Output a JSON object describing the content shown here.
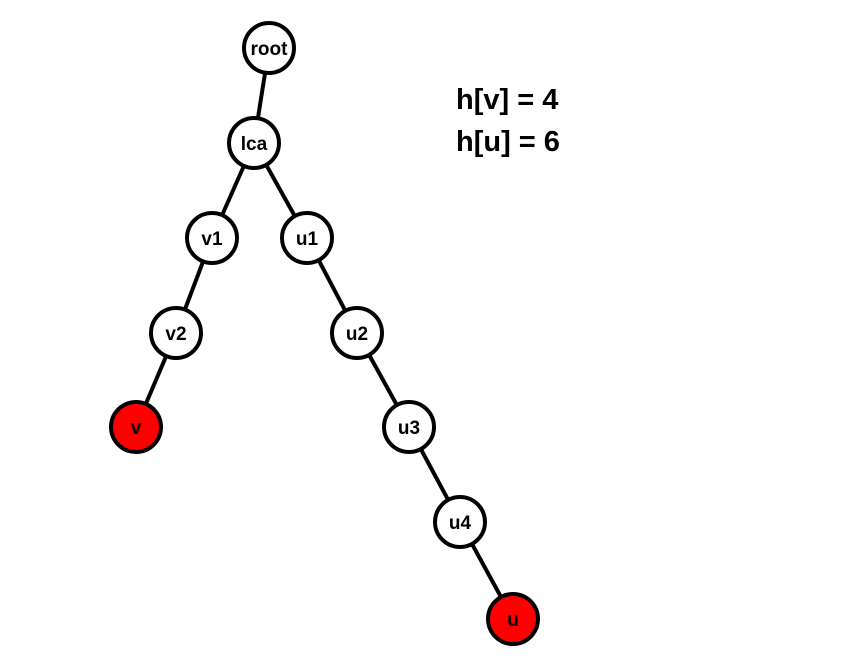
{
  "colors": {
    "highlight": "#ff0000",
    "node_fill": "#ffffff",
    "stroke": "#000000"
  },
  "info": {
    "line1": "h[v] = 4",
    "line2": "h[u] = 6"
  },
  "tree": {
    "nodes": [
      {
        "id": "root",
        "label": "root",
        "highlight": false
      },
      {
        "id": "lca",
        "label": "lca",
        "highlight": false
      },
      {
        "id": "v1",
        "label": "v1",
        "highlight": false
      },
      {
        "id": "u1",
        "label": "u1",
        "highlight": false
      },
      {
        "id": "v2",
        "label": "v2",
        "highlight": false
      },
      {
        "id": "u2",
        "label": "u2",
        "highlight": false
      },
      {
        "id": "v",
        "label": "v",
        "highlight": true
      },
      {
        "id": "u3",
        "label": "u3",
        "highlight": false
      },
      {
        "id": "u4",
        "label": "u4",
        "highlight": false
      },
      {
        "id": "u",
        "label": "u",
        "highlight": true
      }
    ],
    "edges": [
      [
        "root",
        "lca"
      ],
      [
        "lca",
        "v1"
      ],
      [
        "lca",
        "u1"
      ],
      [
        "v1",
        "v2"
      ],
      [
        "v2",
        "v"
      ],
      [
        "u1",
        "u2"
      ],
      [
        "u2",
        "u3"
      ],
      [
        "u3",
        "u4"
      ],
      [
        "u4",
        "u"
      ]
    ]
  }
}
